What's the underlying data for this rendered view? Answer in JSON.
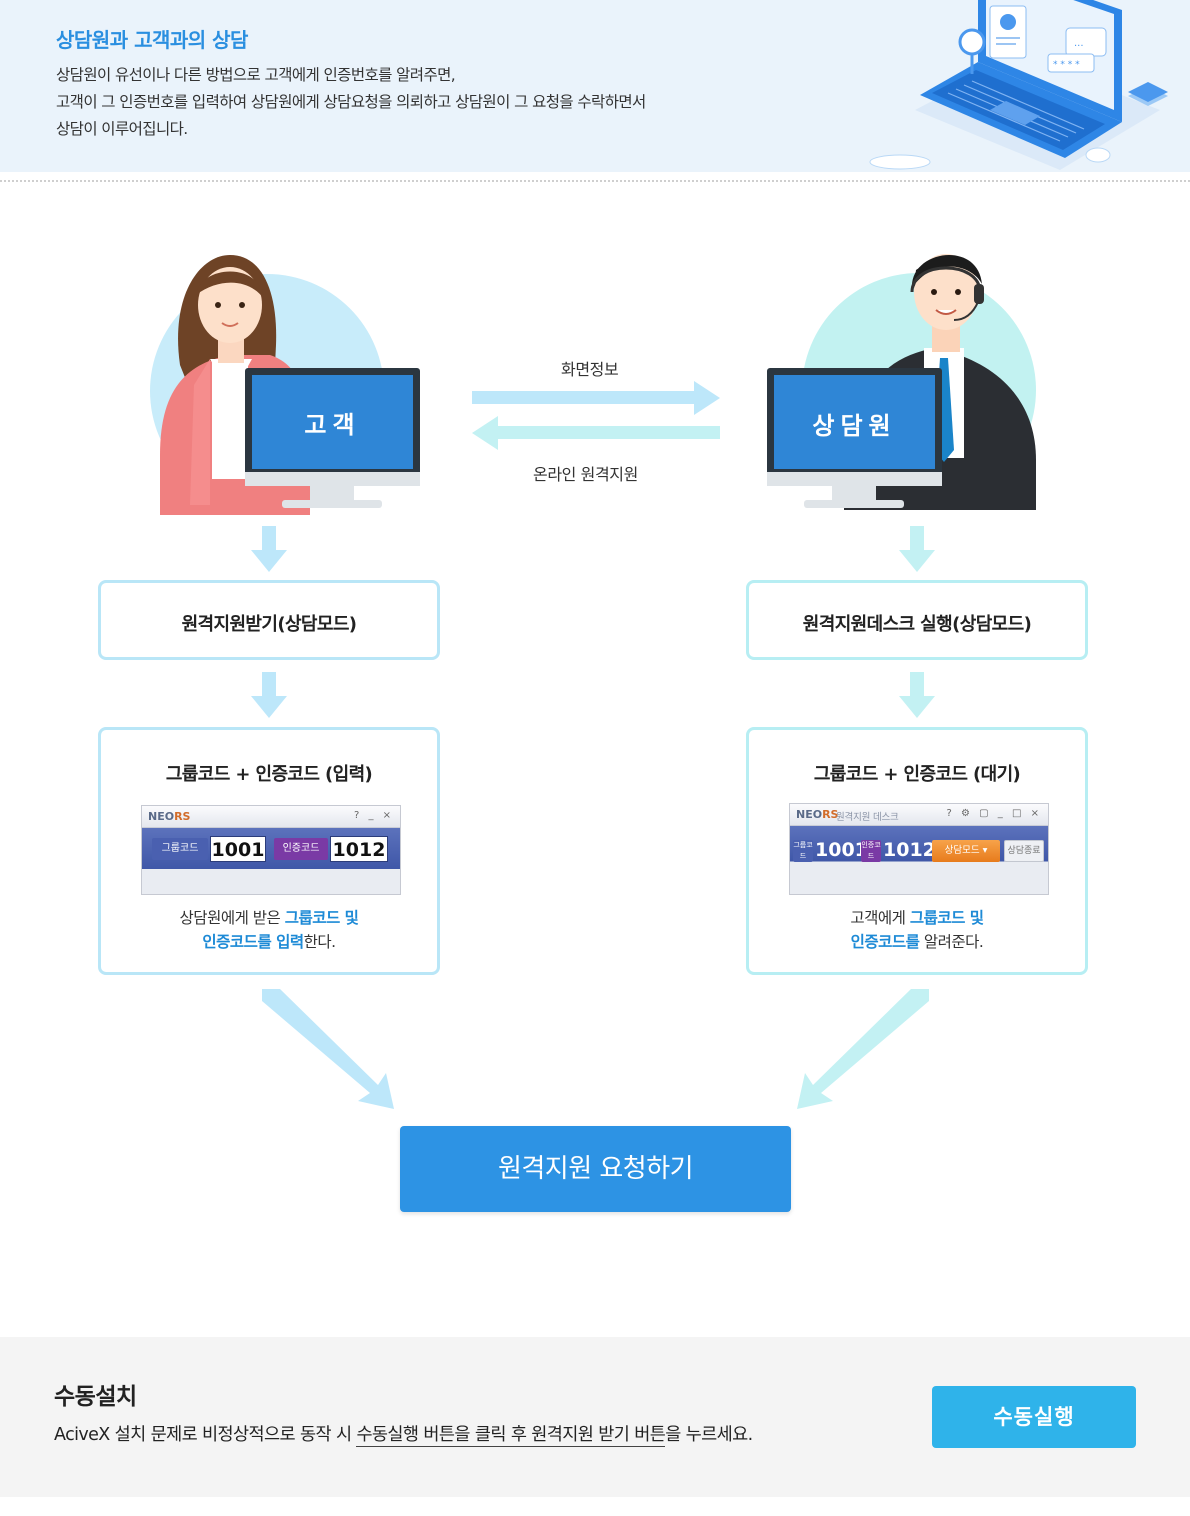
{
  "header": {
    "title": "상담원과 고객과의 상담",
    "desc_lines": [
      "상담원이 유선이나 다른 방법으로 고객에게 인증번호를 알려주면,",
      "고객이 그 인증번호를 입력하여 상담원에게 상담요청을 의뢰하고 상담원이 그 요청을 수락하면서",
      "상담이 이루어집니다."
    ]
  },
  "people": {
    "customer_label": "고객",
    "agent_label": "상담원"
  },
  "exchange": {
    "top_label": "화면정보",
    "bottom_label": "온라인 원격지원"
  },
  "left_flow": {
    "step1": "원격지원받기(상담모드)",
    "step2_title": "그룹코드 + 인증코드 (입력)",
    "app": {
      "logo_a": "NEO",
      "logo_b": "RS",
      "ctrls": "? _ ×",
      "group_tag": "그룹코드",
      "group_value": "1001",
      "auth_tag": "인증코드",
      "auth_value": "1012"
    },
    "note_plain1": "상담원에게 받은 ",
    "note_hl1": "그룹코드 및",
    "note_hl2": "인증코드를 입력",
    "note_plain2": "한다."
  },
  "right_flow": {
    "step1": "원격지원데스크 실행(상담모드)",
    "step2_title": "그룹코드 + 인증코드 (대기)",
    "app": {
      "logo_a": "NEO",
      "logo_b": "RS",
      "window_text": "원격지원 데스크",
      "ctrls": "? ⚙ ▢ _ □ ×",
      "group_tag": "그룹코드",
      "group_value": "1001",
      "auth_tag": "인증코드",
      "auth_value": "1012",
      "mode_button": "상담모드 ▾",
      "end_button": "상담종료"
    },
    "note_plain1": "고객에게 ",
    "note_hl1": "그룹코드 및",
    "note_hl2": "인증코드를",
    "note_plain2": " 알려준다."
  },
  "cta": {
    "label": "원격지원 요청하기"
  },
  "footer": {
    "title": "수동설치",
    "desc_plain": "AciveX 설치 문제로 비정상적으로 동작 시 ",
    "desc_underlined": "수동실행 버튼을 클릭 후 원격지원 받기 버튼",
    "desc_tail": "을 누르세요.",
    "button_label": "수동실행"
  },
  "colors": {
    "accent_blue": "#2d93e4",
    "title_blue": "#2a8fe0",
    "highlight": "#1d8ad6",
    "manual_button": "#2fb3ea",
    "arrow_blue": "#bde7fa",
    "arrow_mint": "#c3f1f3"
  }
}
